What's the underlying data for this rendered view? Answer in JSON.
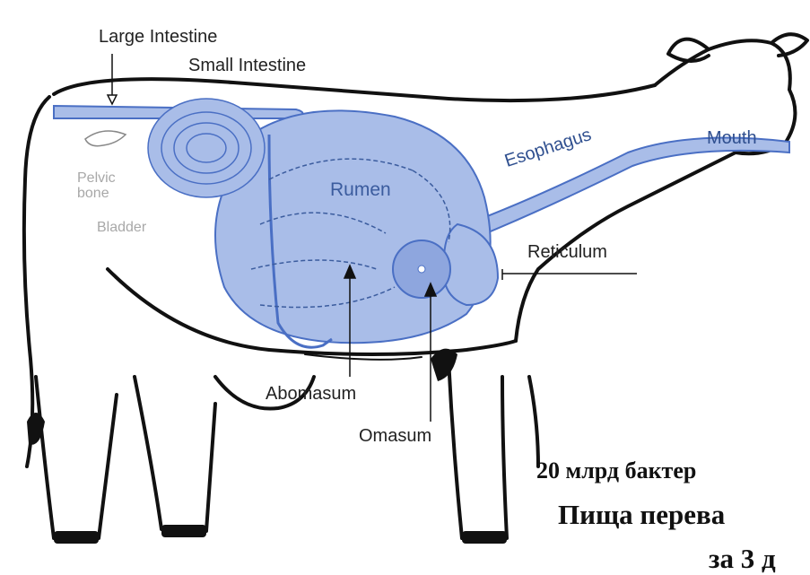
{
  "labels": {
    "large_intestine": "Large Intestine",
    "small_intestine": "Small Intestine",
    "pelvic_bone": "Pelvic\nbone",
    "bladder": "Bladder",
    "rumen": "Rumen",
    "esophagus": "Esophagus",
    "mouth": "Mouth",
    "reticulum": "Reticulum",
    "abomasum": "Abomasum",
    "omasum": "Omasum"
  },
  "caption": {
    "line1": "20 млрд бактер",
    "line2": "Пища перева",
    "line3": "за 3 д"
  },
  "colors": {
    "organ_fill": "#a9bde8",
    "organ_stroke": "#4a6fc4",
    "outline": "#111111",
    "reticulum_fill": "#8ea6de"
  }
}
